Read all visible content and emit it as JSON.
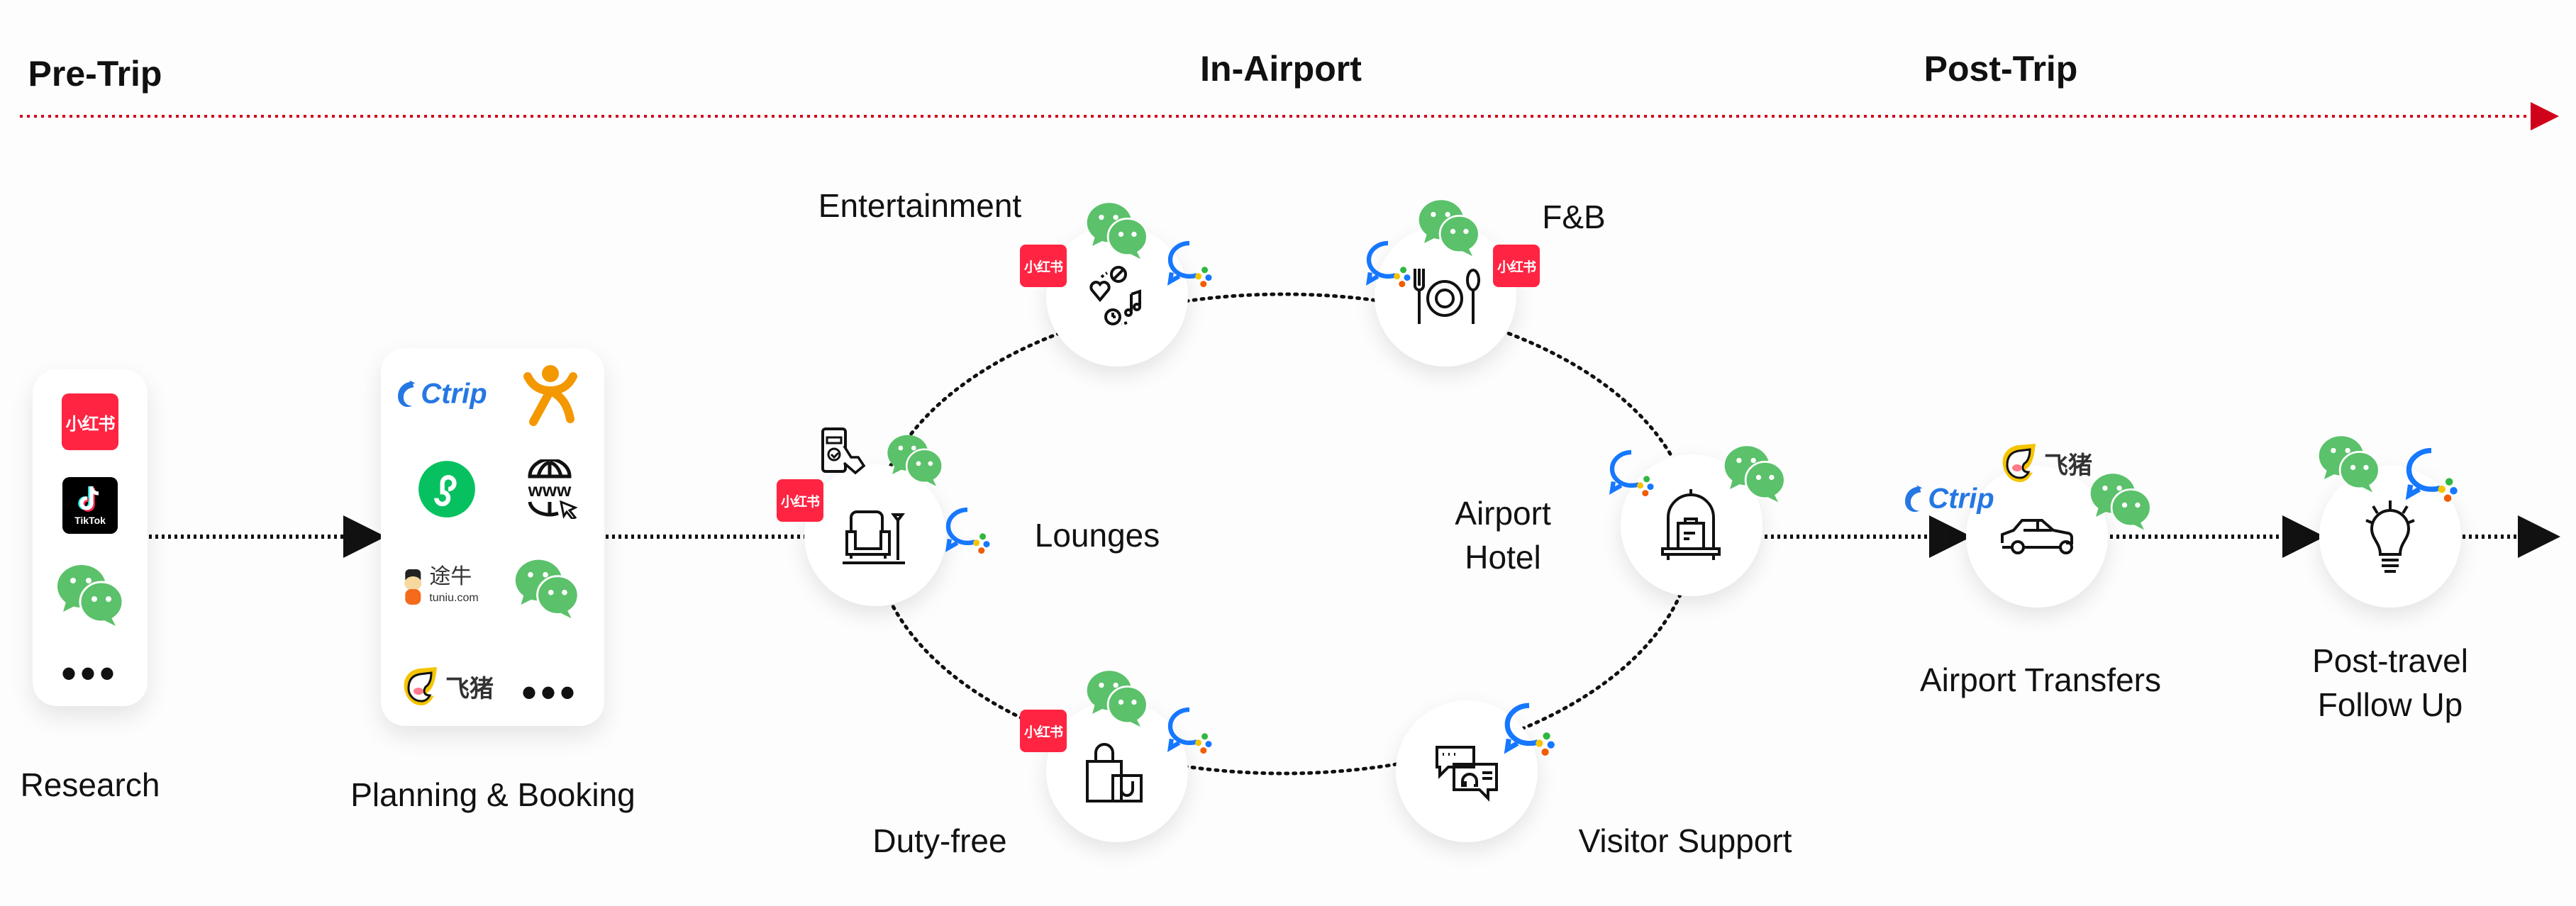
{
  "phases": {
    "pre_trip": "Pre-Trip",
    "in_airport": "In-Airport",
    "post_trip": "Post-Trip"
  },
  "colors": {
    "timeline": "#d0021b",
    "wechat": "#5bc16a",
    "xiaohongshu": "#ff2442",
    "ctrip": "#2577e3",
    "dingtalk": "#1677ff",
    "fliggy": "#f5c400"
  },
  "stages": {
    "research": {
      "label": "Research",
      "icons": [
        "xiaohongshu-logo",
        "tiktok-logo",
        "wechat-logo",
        "more-dots"
      ]
    },
    "planning": {
      "label": "Planning & Booking",
      "icons": [
        "ctrip-logo",
        "orange-person-logo",
        "mini-program-logo",
        "www-globe-icon",
        "tuniu-logo",
        "wechat-logo",
        "fliggy-logo",
        "more-dots"
      ]
    },
    "lounges": {
      "label": "Lounges"
    },
    "entertainment": {
      "label": "Entertainment"
    },
    "fnb": {
      "label": "F&B"
    },
    "hotel": {
      "label_line1": "Airport",
      "label_line2": "Hotel"
    },
    "duty_free": {
      "label": "Duty-free"
    },
    "visitor_support": {
      "label": "Visitor Support"
    },
    "transfers": {
      "label": "Airport Transfers"
    },
    "post_travel": {
      "label_line1": "Post-travel",
      "label_line2": "Follow Up"
    }
  },
  "logos": {
    "xiaohongshu": "小红书",
    "tiktok": "TikTok",
    "ctrip": "Ctrip",
    "fliggy": "飞猪",
    "tuniu": "途牛",
    "tuniu_domain": "tuniu.com",
    "www": "www",
    "more": "•••"
  }
}
